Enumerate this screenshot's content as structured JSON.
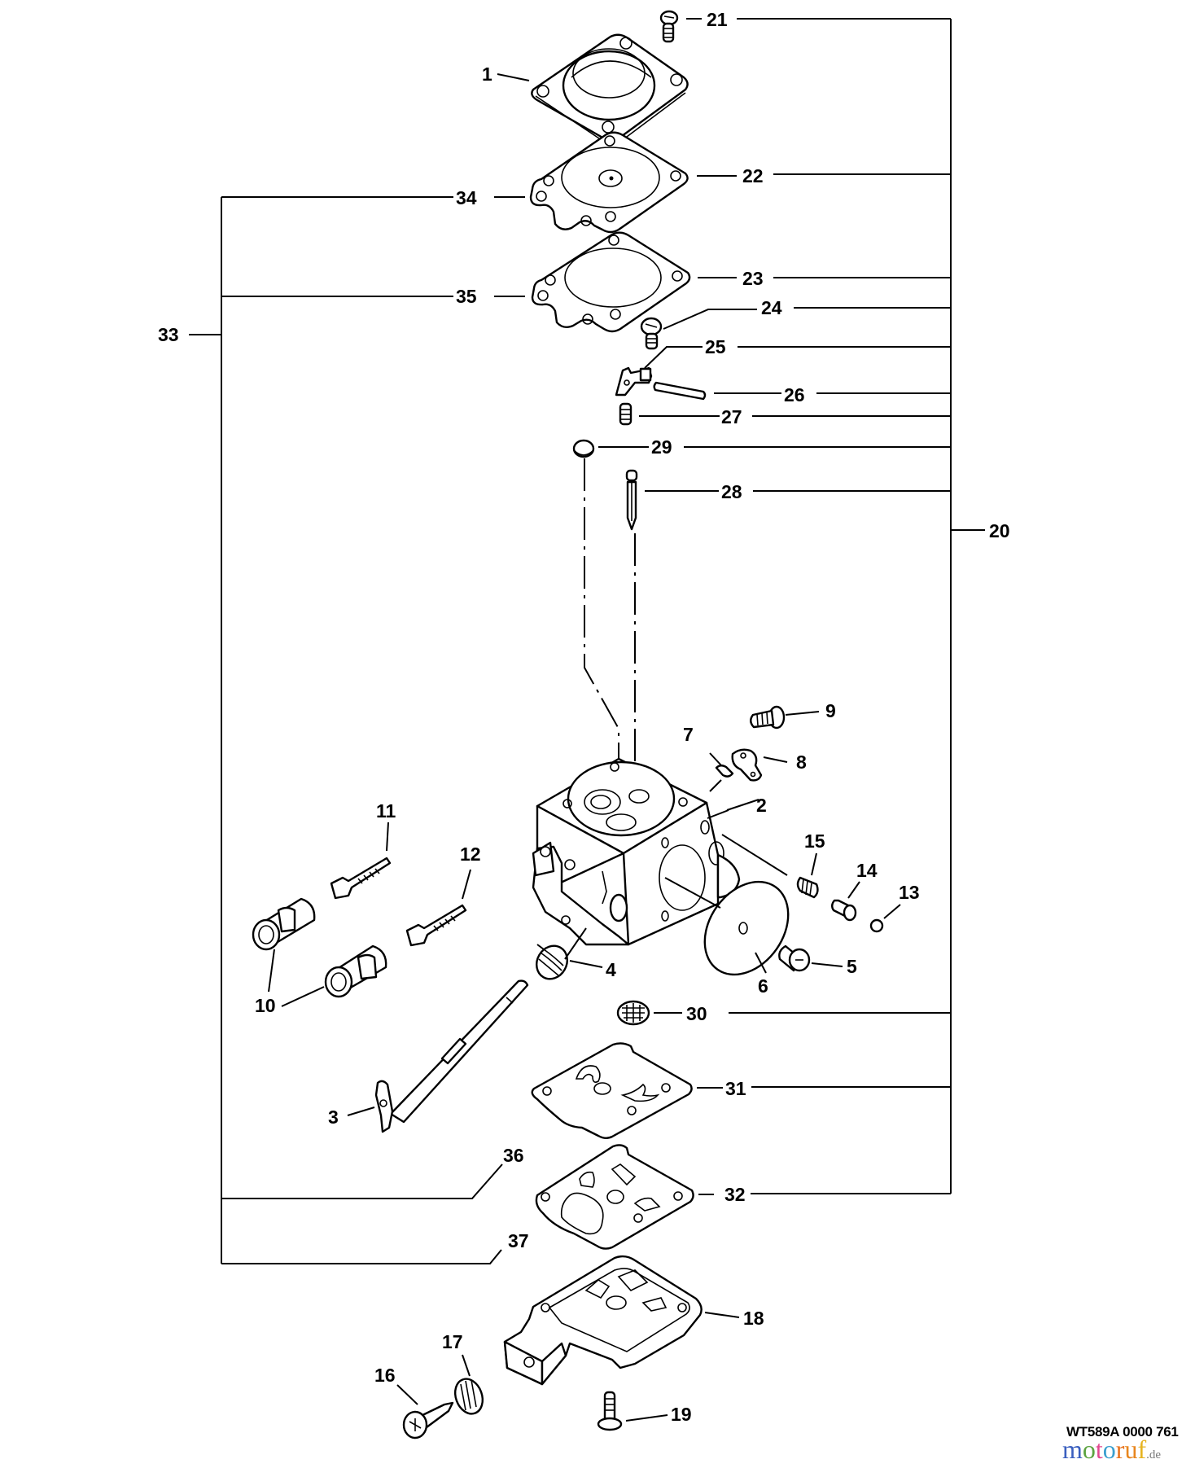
{
  "diagram": {
    "title": "Carburetor exploded parts diagram",
    "reference_code": "WT589A 0000 761",
    "watermark": {
      "letters": [
        {
          "char": "m",
          "color": "#3a5fbf"
        },
        {
          "char": "o",
          "color": "#5ba33f"
        },
        {
          "char": "t",
          "color": "#e2478f"
        },
        {
          "char": "o",
          "color": "#3a9fcf"
        },
        {
          "char": "r",
          "color": "#e8731e"
        },
        {
          "char": "u",
          "color": "#e8861e"
        },
        {
          "char": "f",
          "color": "#e6b320"
        }
      ],
      "suffix": ".de"
    },
    "callouts": {
      "p1": "1",
      "p2": "2",
      "p3": "3",
      "p4": "4",
      "p5": "5",
      "p6": "6",
      "p7": "7",
      "p8": "8",
      "p9": "9",
      "p10": "10",
      "p11": "11",
      "p12": "12",
      "p13": "13",
      "p14": "14",
      "p15": "15",
      "p16": "16",
      "p17": "17",
      "p18": "18",
      "p19": "19",
      "p20": "20",
      "p21": "21",
      "p22": "22",
      "p23": "23",
      "p24": "24",
      "p25": "25",
      "p26": "26",
      "p27": "27",
      "p28": "28",
      "p29": "29",
      "p30": "30",
      "p31": "31",
      "p32": "32",
      "p33": "33",
      "p34": "34",
      "p35": "35",
      "p36": "36",
      "p37": "37"
    },
    "groups": {
      "kit_20": [
        "21",
        "22",
        "23",
        "24",
        "25",
        "26",
        "27",
        "29",
        "28",
        "30",
        "31",
        "32"
      ],
      "kit_33": [
        "34",
        "35",
        "36",
        "37"
      ]
    }
  }
}
